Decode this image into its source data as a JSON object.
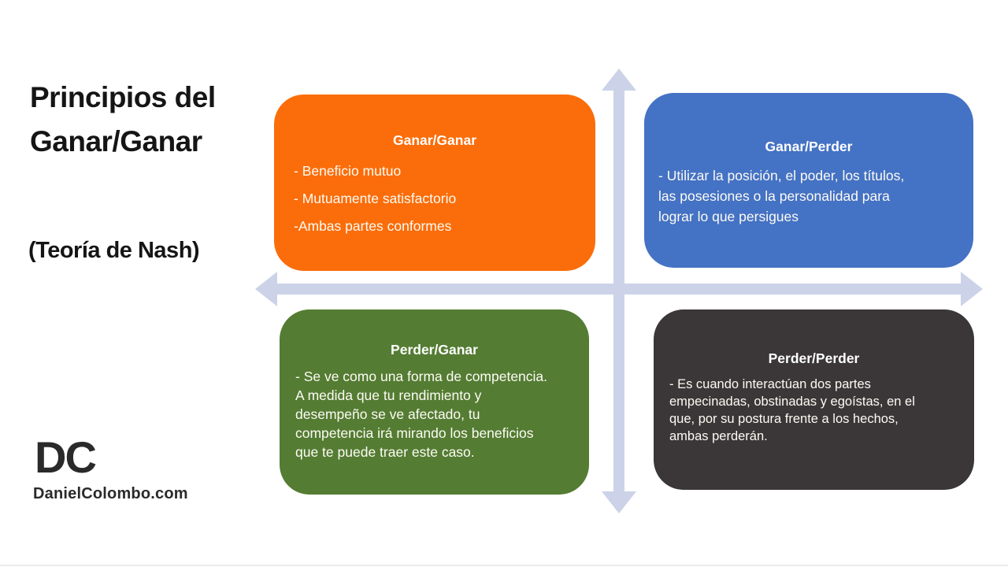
{
  "slide": {
    "title": "Principios del\nGanar/Ganar",
    "subtitle": "(Teoría de Nash)"
  },
  "axes": {
    "color": "#ccd3e8"
  },
  "quadrants": [
    {
      "title": "Ganar/Ganar",
      "body": "- Beneficio mutuo\n- Mutuamente satisfactorio\n-Ambas partes conformes",
      "color": "#fb6d0a"
    },
    {
      "title": "Ganar/Perder",
      "body": "- Utilizar la posición, el poder, los títulos,\nlas posesiones o la personalidad para\nlograr lo que persigues",
      "color": "#4472c4"
    },
    {
      "title": "Perder/Ganar",
      "body": "- Se ve como una forma de competencia.\nA medida que tu rendimiento y\ndesempeño se ve afectado, tu\ncompetencia irá mirando los beneficios\nque te puede traer este caso.",
      "color": "#547c33"
    },
    {
      "title": "Perder/Perder",
      "body": "- Es cuando interactúan dos partes\nempecinadas, obstinadas y egoístas, en el\nque, por su postura frente a los hechos,\nambas perderán.",
      "color": "#3b3738"
    }
  ],
  "logo": {
    "monogram": "DC",
    "site": "DanielColombo.com"
  }
}
